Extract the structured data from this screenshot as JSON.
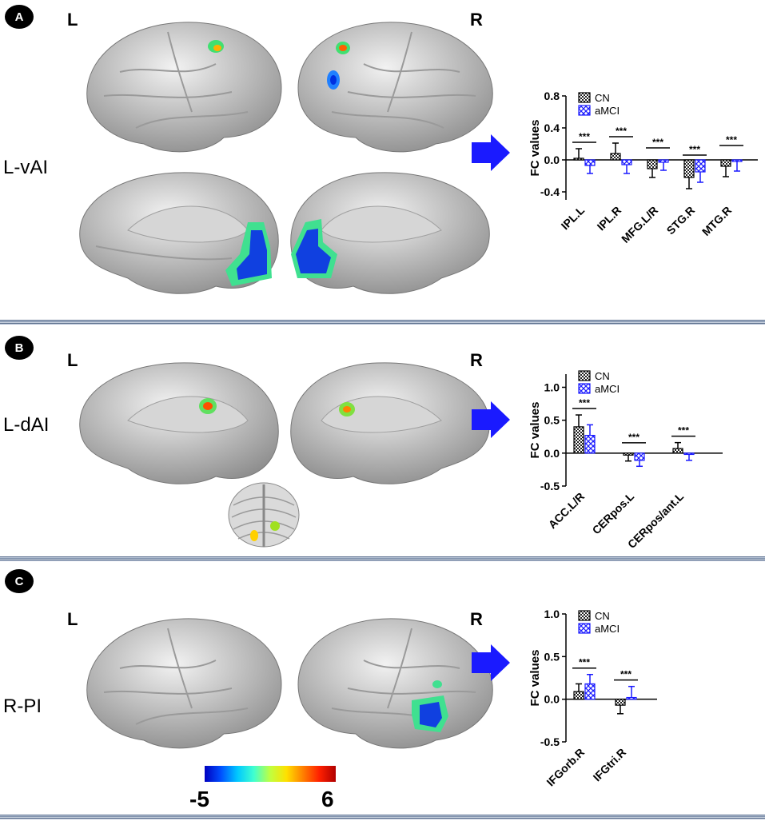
{
  "panels": {
    "a": {
      "badge": "A",
      "left_label": "L",
      "right_label": "R",
      "region": "L-vAI"
    },
    "b": {
      "badge": "B",
      "left_label": "L",
      "right_label": "R",
      "region": "L-dAI"
    },
    "c": {
      "badge": "C",
      "left_label": "L",
      "right_label": "R",
      "region": "R-PI"
    }
  },
  "colorbar": {
    "min_label": "-5",
    "max_label": "6"
  },
  "colors": {
    "cn": "#000000",
    "amci": "#1a1aff",
    "arrow": "#1a1aff"
  },
  "chart_data": [
    {
      "type": "bar",
      "ylabel": "FC values",
      "ylim": [
        -0.5,
        0.8
      ],
      "yticks": [
        "0.8",
        "0.4",
        "0.0",
        "-0.4"
      ],
      "ytick_values": [
        0.8,
        0.4,
        0.0,
        -0.4
      ],
      "categories": [
        "IPL.L",
        "IPL.R",
        "MFG.L/R",
        "STG.R",
        "MTG.R"
      ],
      "series": [
        {
          "name": "CN",
          "values": [
            0.02,
            0.08,
            -0.11,
            -0.22,
            -0.08
          ],
          "errors": [
            0.12,
            0.13,
            0.11,
            0.14,
            0.13
          ]
        },
        {
          "name": "aMCI",
          "values": [
            -0.07,
            -0.06,
            -0.03,
            -0.15,
            -0.02
          ],
          "errors": [
            0.1,
            0.11,
            0.1,
            0.13,
            0.12
          ]
        }
      ],
      "annotations": [
        "***",
        "***",
        "***",
        "***",
        "***"
      ]
    },
    {
      "type": "bar",
      "ylabel": "FC values",
      "ylim": [
        -0.5,
        1.2
      ],
      "yticks": [
        "1.0",
        "0.5",
        "0.0",
        "-0.5"
      ],
      "ytick_values": [
        1.0,
        0.5,
        0.0,
        -0.5
      ],
      "categories": [
        "ACC.L/R",
        "CERpos.L",
        "CERpos/ant.L"
      ],
      "series": [
        {
          "name": "CN",
          "values": [
            0.4,
            -0.03,
            0.07
          ],
          "errors": [
            0.18,
            0.09,
            0.09
          ]
        },
        {
          "name": "aMCI",
          "values": [
            0.27,
            -0.11,
            -0.02
          ],
          "errors": [
            0.16,
            0.09,
            0.09
          ]
        }
      ],
      "annotations": [
        "***",
        "***",
        "***"
      ]
    },
    {
      "type": "bar",
      "ylabel": "FC values",
      "ylim": [
        -0.5,
        1.0
      ],
      "yticks": [
        "1.0",
        "0.5",
        "0.0",
        "-0.5"
      ],
      "ytick_values": [
        1.0,
        0.5,
        0.0,
        -0.5
      ],
      "categories": [
        "IFGorb.R",
        "IFGtri.R"
      ],
      "series": [
        {
          "name": "CN",
          "values": [
            0.09,
            -0.07
          ],
          "errors": [
            0.09,
            0.1
          ]
        },
        {
          "name": "aMCI",
          "values": [
            0.18,
            0.02
          ],
          "errors": [
            0.11,
            0.13
          ]
        }
      ],
      "annotations": [
        "***",
        "***"
      ]
    }
  ]
}
